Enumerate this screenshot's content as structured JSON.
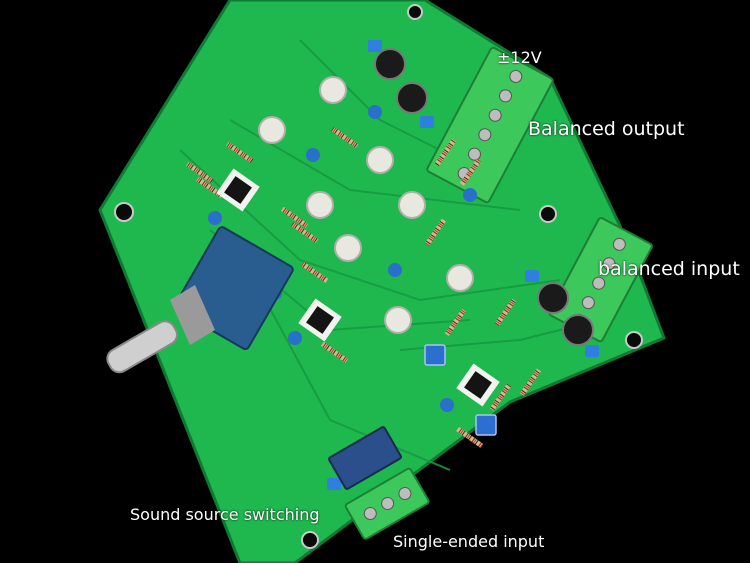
{
  "labels": {
    "supply": "±12V",
    "balanced_output": "Balanced output",
    "balanced_input": "balanced input",
    "source_switching": "Sound source switching",
    "single_ended_input": "Single-ended input"
  },
  "colors": {
    "background": "#000000",
    "pcb_green": "#1fb84f",
    "terminal_green": "#3cc85a",
    "pot_blue": "#2a5d8f",
    "relay_blue": "#2a4f8a",
    "trimmer_blue": "#2c6fd1",
    "label_text": "#ffffff"
  }
}
